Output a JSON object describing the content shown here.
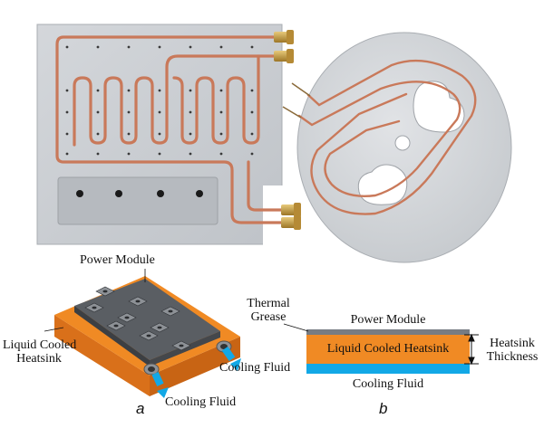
{
  "panel_a": {
    "top_label": "Power Module",
    "left_label_line1": "Liquid Cooled",
    "left_label_line2": "Heatsink",
    "right_label": "Cooling Fluid",
    "bottom_label": "Cooling Fluid",
    "caption": "a"
  },
  "panel_b": {
    "thermal_line1": "Thermal",
    "thermal_line2": "Grease",
    "power_module": "Power Module",
    "heatsink": "Liquid Cooled Heatsink",
    "thickness_line1": "Heatsink",
    "thickness_line2": "Thickness",
    "cooling_fluid": "Cooling Fluid",
    "caption": "b"
  },
  "colors": {
    "plate": "#c9ccd0",
    "copper": "#c9795a",
    "heatsink_orange": "#f08a24",
    "module_dark": "#55585d",
    "fluid_blue": "#12a8e6",
    "grease_gray": "#777c83"
  }
}
